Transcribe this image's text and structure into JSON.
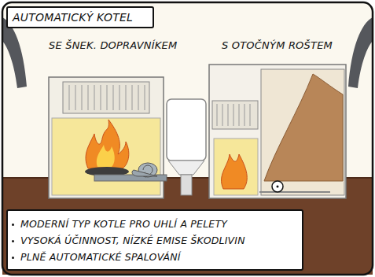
{
  "diagram": {
    "title": "AUTOMATICKÝ KOTEL",
    "nodes": [
      {
        "text": [
          "MODERNÍ TYP KOTLE PRO UHLÍ A PELETY",
          "VYSOKÁ ÚČINNOST, NÍZKÉ EMISE ŠKODLIVIN",
          "PLNĚ AUTOMATICKÉ SPALOVÁNÍ"
        ]
      }
    ],
    "labels": [
      "SE ŠNEK. DOPRAVNÍKEM",
      "S OTOČNÝM ROŠTEM"
    ]
  }
}
